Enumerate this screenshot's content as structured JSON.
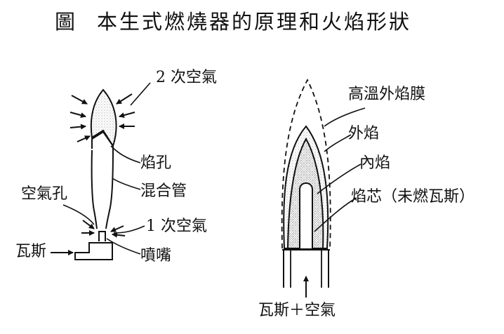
{
  "title": {
    "figure_label": "圖",
    "text": "本生式燃燒器的原理和火焰形狀"
  },
  "burner": {
    "secondary_air": "2 次空氣",
    "flame_port": "焰孔",
    "mixing_tube": "混合管",
    "air_hole": "空氣孔",
    "primary_air": "1 次空氣",
    "gas": "瓦斯",
    "nozzle": "噴嘴"
  },
  "flame": {
    "outer_mantle": "高溫外焰膜",
    "outer_flame": "外焰",
    "inner_flame": "內焰",
    "core": "焰芯（未燃瓦斯）",
    "supply": "瓦斯＋空氣"
  },
  "colors": {
    "ink": "#111111",
    "stipple": "#8a8a8a"
  }
}
